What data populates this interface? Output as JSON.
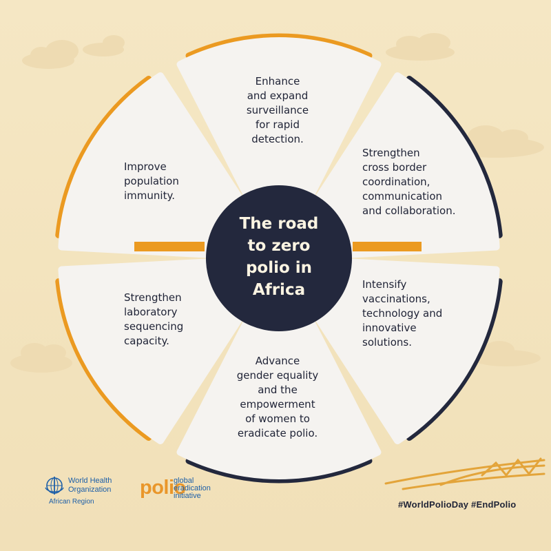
{
  "colors": {
    "background": "#f3e4bf",
    "segment_fill": "#f5f3f0",
    "center_fill": "#23283d",
    "accent_orange": "#eb9a21",
    "accent_navy": "#23283d"
  },
  "diagram": {
    "center_title": "The road\nto zero\npolio in\nAfrica",
    "segments": [
      {
        "label": "Enhance\nand expand\nsurveillance\nfor rapid\ndetection."
      },
      {
        "label": "Strengthen\ncross border\ncoordination,\ncommunication\nand collaboration."
      },
      {
        "label": "Intensify\nvaccinations,\ntechnology and\ninnovative\nsolutions."
      },
      {
        "label": "Advance\ngender equality\nand the\nempowerment\nof women to\neradicate polio."
      },
      {
        "label": "Strengthen\nlaboratory\nsequencing\ncapacity."
      },
      {
        "label": "Improve\npopulation\nimmunity."
      }
    ]
  },
  "footer": {
    "who_name": "World Health\nOrganization",
    "who_region": "African Region",
    "gpei_polio": "polio",
    "gpei_sub": "global\neradication\ninitiative",
    "hashtags": "#WorldPolioDay  #EndPolio"
  }
}
